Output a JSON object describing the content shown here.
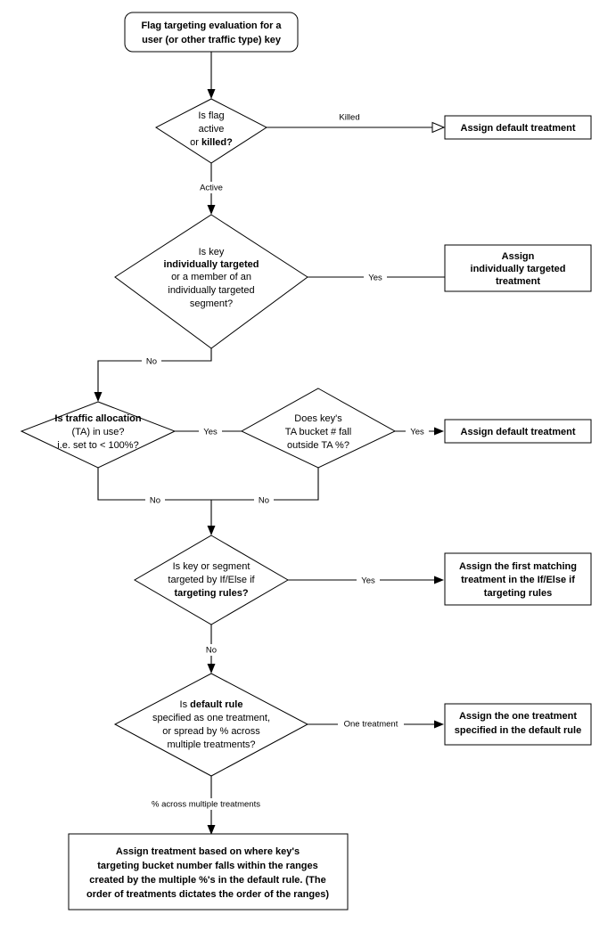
{
  "diagram": {
    "title": "Flag targeting evaluation flowchart",
    "type": "flowchart",
    "background_color": "#ffffff",
    "line_color": "#000000",
    "text_color": "#000000"
  },
  "nodes": {
    "start": {
      "shape": "rounded-rectangle",
      "lines": [
        {
          "text": "Flag targeting evaluation for a",
          "bold": true
        },
        {
          "text": "user (or other traffic type) key",
          "bold": true
        }
      ]
    },
    "d1_flag_active": {
      "shape": "diamond",
      "lines": [
        {
          "text": "Is flag",
          "bold": false
        },
        {
          "text": "active",
          "bold": false
        },
        {
          "text": "or killed?",
          "bold": false,
          "mixed": true
        }
      ]
    },
    "b1_assign_default": {
      "shape": "rectangle",
      "lines": [
        {
          "text": "Assign default treatment",
          "bold": true
        }
      ]
    },
    "d2_individually_targeted": {
      "shape": "diamond",
      "lines": [
        {
          "text": "Is key",
          "bold": false
        },
        {
          "text": "individually targeted",
          "bold": true
        },
        {
          "text": "or a member of an",
          "bold": false
        },
        {
          "text": "individually targeted",
          "bold": false
        },
        {
          "text": "segment?",
          "bold": false
        }
      ]
    },
    "b2_assign_individual": {
      "shape": "rectangle",
      "lines": [
        {
          "text": "Assign",
          "bold": true
        },
        {
          "text": "individually targeted",
          "bold": true
        },
        {
          "text": "treatment",
          "bold": true
        }
      ]
    },
    "d3_traffic_allocation": {
      "shape": "diamond",
      "lines": [
        {
          "text": "Is traffic allocation",
          "bold": true
        },
        {
          "text": "(TA) in use?",
          "bold": false
        },
        {
          "text": "i.e. set to < 100%?",
          "bold": false
        }
      ]
    },
    "d4_ta_bucket": {
      "shape": "diamond",
      "lines": [
        {
          "text": "Does key's",
          "bold": false
        },
        {
          "text": "TA bucket # fall",
          "bold": false
        },
        {
          "text": "outside TA %?",
          "bold": false
        }
      ]
    },
    "b3_assign_default": {
      "shape": "rectangle",
      "lines": [
        {
          "text": "Assign default treatment",
          "bold": true
        }
      ]
    },
    "d5_ifelse_rules": {
      "shape": "diamond",
      "lines": [
        {
          "text": "Is key or segment",
          "bold": false
        },
        {
          "text": "targeted by If/Else if",
          "bold": false
        },
        {
          "text": "targeting rules?",
          "bold": true
        }
      ]
    },
    "b4_assign_first_matching": {
      "shape": "rectangle",
      "lines": [
        {
          "text": "Assign the first matching",
          "bold": true
        },
        {
          "text": "treatment in the If/Else if",
          "bold": true
        },
        {
          "text": "targeting rules",
          "bold": true
        }
      ]
    },
    "d6_default_rule": {
      "shape": "diamond",
      "lines": [
        {
          "text": "Is default rule",
          "bold": false,
          "mixed": true
        },
        {
          "text": "specified as one treatment,",
          "bold": false
        },
        {
          "text": "or spread by % across",
          "bold": false
        },
        {
          "text": "multiple treatments?",
          "bold": false
        }
      ]
    },
    "b5_assign_one_treatment": {
      "shape": "rectangle",
      "lines": [
        {
          "text": "Assign the one treatment",
          "bold": true
        },
        {
          "text": "specified in the default rule",
          "bold": true
        }
      ]
    },
    "b6_assign_by_range": {
      "shape": "rectangle",
      "lines": [
        {
          "text": "Assign treatment based on where key's",
          "bold": true
        },
        {
          "text": "targeting bucket number falls within the ranges",
          "bold": true
        },
        {
          "text": "created by the multiple %'s in the default rule. (The",
          "bold": true
        },
        {
          "text": "order of treatments dictates the order of the ranges)",
          "bold": true
        }
      ]
    }
  },
  "edge_labels": {
    "killed": "Killed",
    "active": "Active",
    "yes_individual": "Yes",
    "no_individual": "No",
    "yes_ta": "Yes",
    "yes_bucket": "Yes",
    "no_ta": "No",
    "no_bucket": "No",
    "yes_ifelse": "Yes",
    "no_ifelse": "No",
    "one_treatment": "One treatment",
    "pct_across": "% across multiple treatments"
  }
}
